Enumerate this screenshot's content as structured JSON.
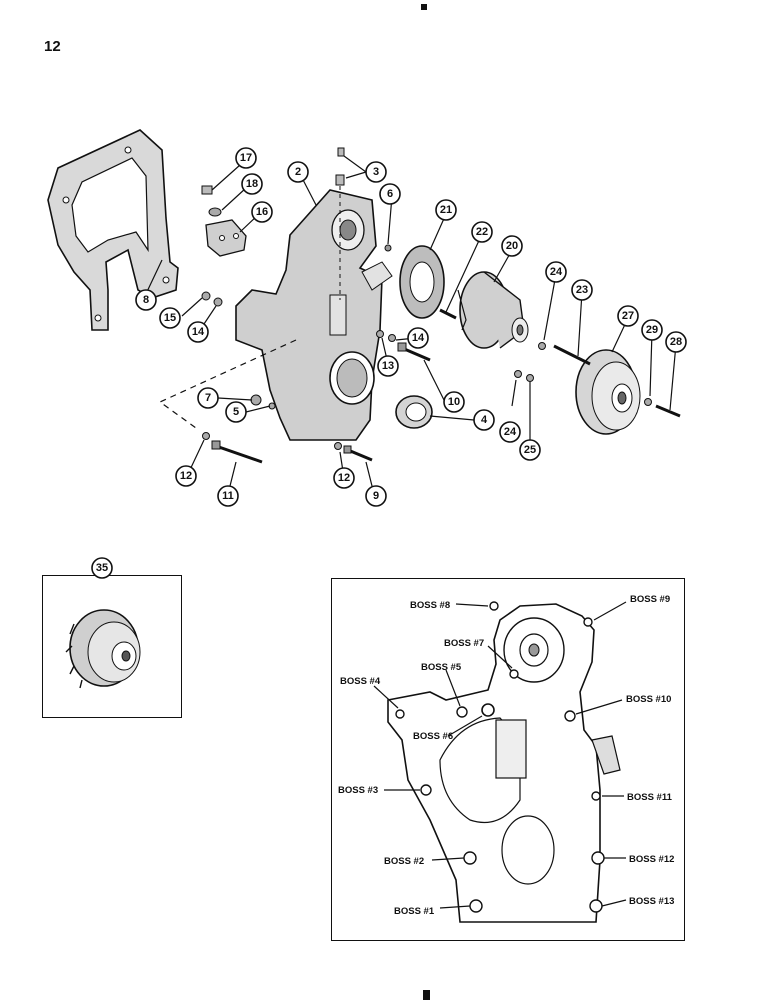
{
  "page": {
    "number": "12"
  },
  "main_view": {
    "callouts": [
      {
        "id": "c17",
        "label": "17"
      },
      {
        "id": "c18",
        "label": "18"
      },
      {
        "id": "c16",
        "label": "16"
      },
      {
        "id": "c2",
        "label": "2"
      },
      {
        "id": "c3",
        "label": "3"
      },
      {
        "id": "c6",
        "label": "6"
      },
      {
        "id": "c21",
        "label": "21"
      },
      {
        "id": "c22",
        "label": "22"
      },
      {
        "id": "c20",
        "label": "20"
      },
      {
        "id": "c24a",
        "label": "24"
      },
      {
        "id": "c23",
        "label": "23"
      },
      {
        "id": "c27",
        "label": "27"
      },
      {
        "id": "c29",
        "label": "29"
      },
      {
        "id": "c28",
        "label": "28"
      },
      {
        "id": "c8",
        "label": "8"
      },
      {
        "id": "c15",
        "label": "15"
      },
      {
        "id": "c14a",
        "label": "14"
      },
      {
        "id": "c14b",
        "label": "14"
      },
      {
        "id": "c13",
        "label": "13"
      },
      {
        "id": "c10",
        "label": "10"
      },
      {
        "id": "c4",
        "label": "4"
      },
      {
        "id": "c24b",
        "label": "24"
      },
      {
        "id": "c25",
        "label": "25"
      },
      {
        "id": "c7",
        "label": "7"
      },
      {
        "id": "c5",
        "label": "5"
      },
      {
        "id": "c12a",
        "label": "12"
      },
      {
        "id": "c11",
        "label": "11"
      },
      {
        "id": "c12b",
        "label": "12"
      },
      {
        "id": "c9",
        "label": "9"
      }
    ]
  },
  "inset_left": {
    "callout": "35"
  },
  "inset_right": {
    "bosses": [
      {
        "id": "b8",
        "label": "BOSS #8"
      },
      {
        "id": "b9",
        "label": "BOSS #9"
      },
      {
        "id": "b7",
        "label": "BOSS #7"
      },
      {
        "id": "b5",
        "label": "BOSS #5"
      },
      {
        "id": "b4",
        "label": "BOSS #4"
      },
      {
        "id": "b10",
        "label": "BOSS #10"
      },
      {
        "id": "b6",
        "label": "BOSS #6"
      },
      {
        "id": "b3",
        "label": "BOSS #3"
      },
      {
        "id": "b11",
        "label": "BOSS #11"
      },
      {
        "id": "b2",
        "label": "BOSS #2"
      },
      {
        "id": "b12",
        "label": "BOSS #12"
      },
      {
        "id": "b1",
        "label": "BOSS #1"
      },
      {
        "id": "b13",
        "label": "BOSS #13"
      }
    ]
  }
}
